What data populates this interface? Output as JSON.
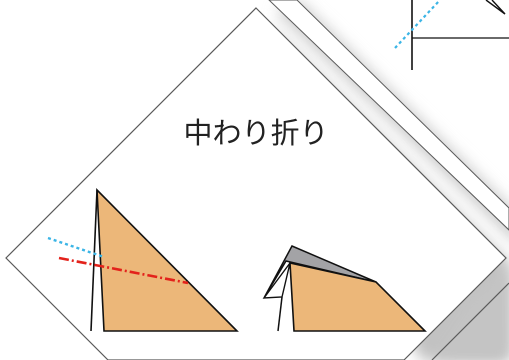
{
  "title": "中わり折り",
  "colors": {
    "paper_front": "#ecb779",
    "paper_back": "#a3a3a6",
    "fold_valley": "#3bb5e6",
    "fold_mountain": "#e3221b",
    "outline": "#111111",
    "card_border": "#5a5a5a",
    "card_shadow": "#c9c9c9"
  },
  "lines": {
    "valley_fold": "dotted",
    "mountain_fold": "dash-dot"
  }
}
